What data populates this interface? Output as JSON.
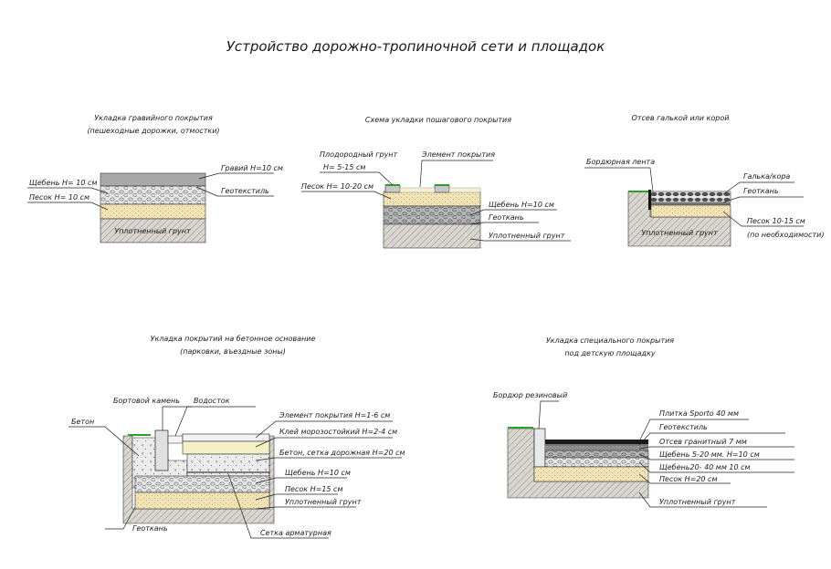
{
  "title": "Устройство дорожно-тропиночной сети и площадок",
  "d1": {
    "caption1": "Укладка гравийного покрытия",
    "caption2": "(пешеходные дорожки, отмостки)",
    "gravel": "Гравий Н=10 см",
    "crushed": "Щебень Н= 10 см",
    "geotextile": "Геотекстиль",
    "sand": "Песок Н= 10 см",
    "soil": "Уплотненный грунт"
  },
  "d2": {
    "caption": "Схема укладки пошагового покрытия",
    "topsoil1": "Плодородный грунт",
    "topsoil2": "Н= 5-15 см",
    "element": "Элемент покрытия",
    "sand": "Песок Н= 10-20 см",
    "crushed": "Щебень Н=10 см",
    "geofabric": "Геоткань",
    "soil": "Уплотненный грунт"
  },
  "d3": {
    "caption": "Отсев галькой или корой",
    "border": "Бордюрная лента",
    "pebble": "Галька/кора",
    "geofabric": "Геоткань",
    "soil": "Уплотненный грунт",
    "sand1": "Песок 10-15 см",
    "sand2": "(по необходимости)"
  },
  "d4": {
    "caption1": "Укладка покрытий на бетонное основание",
    "caption2": "(парковки, въездные зоны)",
    "curb": "Бортовой камень",
    "drain": "Водосток",
    "concrete": "Бетон",
    "element": "Элемент покрытия Н=1-6 см",
    "glue": "Клей морозостойкий Н=2-4 см",
    "concrete_mesh": "Бетон, сетка дорожная Н=20 см",
    "crushed": "Щебень Н=10 см",
    "sand": "Песок Н=15 см",
    "soil": "Уплотненный грунт",
    "geofabric": "Геоткань",
    "mesh": "Сетка арматурная"
  },
  "d5": {
    "caption1": "Укладка специального покрытия",
    "caption2": "под детскую площадку",
    "border": "Бордюр резиновый",
    "tile": "Плитка Sporto  40 мм",
    "geotextile": "Геотекстиль",
    "granite": "Отсев гранитный 7 мм",
    "crushed1": "Щебень 5-20 мм. Н=10 см",
    "crushed2": "Щебень20- 40 мм 10 см",
    "sand": "Песок Н=20 см",
    "soil": "Уплотненный грунт"
  }
}
